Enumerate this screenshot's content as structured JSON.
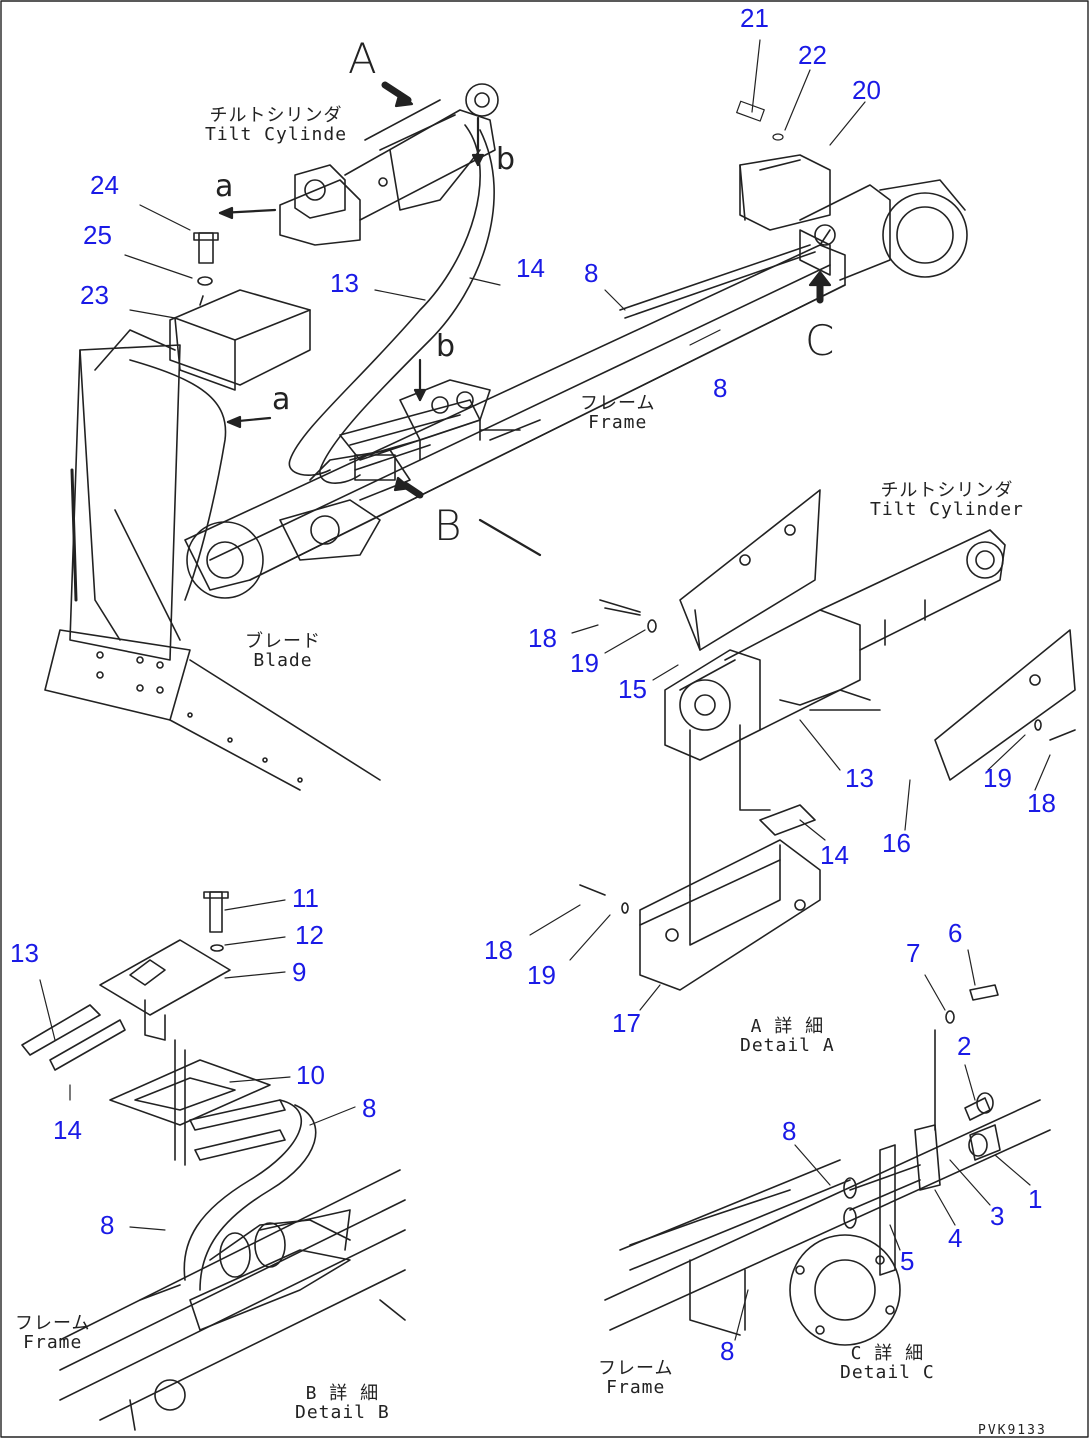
{
  "diagram": {
    "view_letters": {
      "A": "A",
      "B": "B",
      "C": "C",
      "a": "a",
      "b": "b"
    },
    "labels": {
      "tilt_cylinder_top_jp": "チルトシリンダ",
      "tilt_cylinder_top_en": "Tilt Cylinde",
      "tilt_cylinder_right_jp": "チルトシリンダ",
      "tilt_cylinder_right_en": "Tilt Cylinder",
      "frame_main_jp": "フレーム",
      "frame_main_en": "Frame",
      "blade_jp": "ブレード",
      "blade_en": "Blade",
      "detail_a_jp": "A 詳 細",
      "detail_a_en": "Detail A",
      "frame_b_jp": "フレーム",
      "frame_b_en": "Frame",
      "detail_b_jp": "B 詳 細",
      "detail_b_en": "Detail B",
      "frame_c_jp": "フレーム",
      "frame_c_en": "Frame",
      "detail_c_jp": "C 詳 細",
      "detail_c_en": "Detail C"
    },
    "callouts": {
      "n1": "1",
      "n2": "2",
      "n3": "3",
      "n4": "4",
      "n5": "5",
      "n6": "6",
      "n7": "7",
      "n8": "8",
      "n9": "9",
      "n10": "10",
      "n11": "11",
      "n12": "12",
      "n13": "13",
      "n14": "14",
      "n15": "15",
      "n16": "16",
      "n17": "17",
      "n18": "18",
      "n19": "19",
      "n20": "20",
      "n21": "21",
      "n22": "22",
      "n23": "23",
      "n24": "24",
      "n25": "25"
    },
    "drawing_code": "PVK9133",
    "colors": {
      "callout": "#1a1ae6",
      "line": "#222222"
    }
  }
}
